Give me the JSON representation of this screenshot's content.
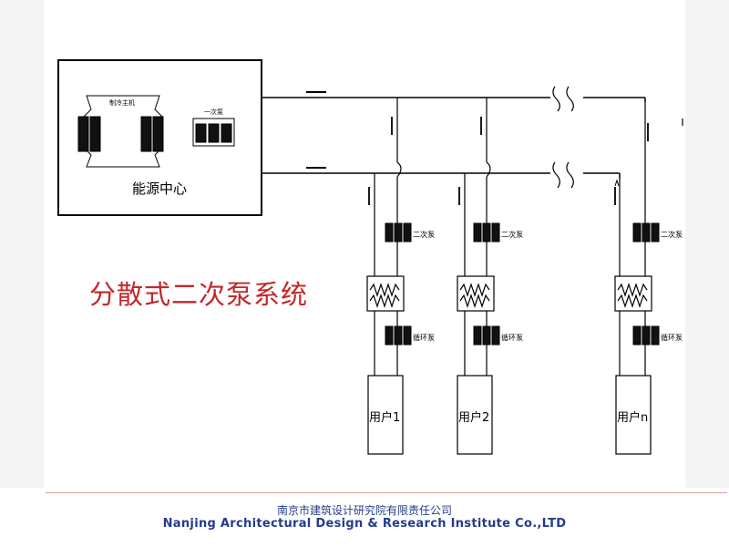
{
  "title": "分散式二次泵系统",
  "energy_center": {
    "label": "能源中心",
    "chiller_label": "制冷主机",
    "primary_pump_label": "一次泵"
  },
  "branches": [
    {
      "secondary_pump_label": "二次泵",
      "circulation_pump_label": "循环泵",
      "user_label": "用户1"
    },
    {
      "secondary_pump_label": "二次泵",
      "circulation_pump_label": "循环泵",
      "user_label": "用户2"
    },
    {
      "secondary_pump_label": "二次泵",
      "circulation_pump_label": "循环泵",
      "user_label": "用户n"
    }
  ],
  "footer": {
    "company_cn": "南京市建筑设计研究院有限责任公司",
    "company_en": "Nanjing Architectural Design & Research Institute Co.,LTD"
  }
}
